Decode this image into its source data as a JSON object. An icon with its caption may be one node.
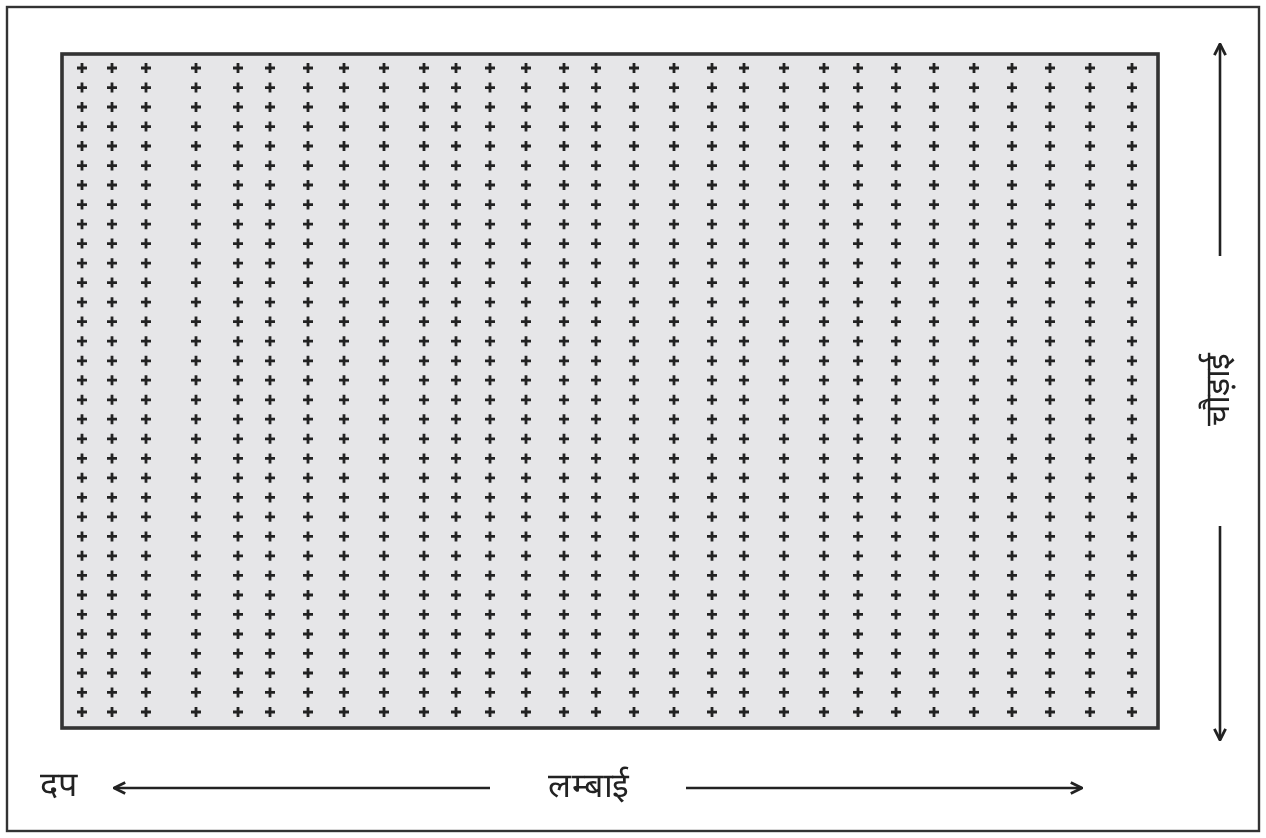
{
  "diagram": {
    "labels": [
      "चौड़ाई",
      "दप",
      "लम्बाई"
    ]
  }
}
